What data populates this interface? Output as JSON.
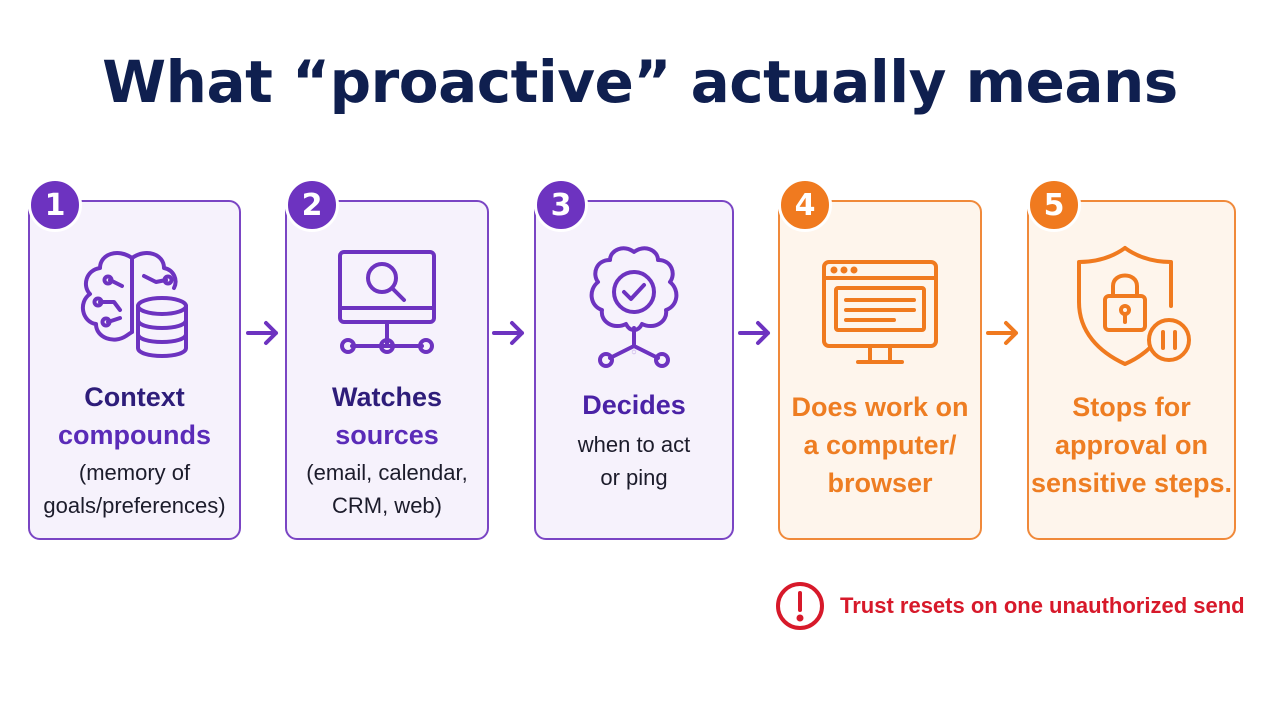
{
  "title": "What “proactive” actually means",
  "steps": [
    {
      "number": "1",
      "title_line1": "Context",
      "title_line2": "compounds",
      "sub_line1": "(memory of",
      "sub_line2": "goals/preferences)",
      "icon": "brain-database-icon",
      "color": "#6d33c0"
    },
    {
      "number": "2",
      "title_line1": "Watches",
      "title_line2": "sources",
      "sub_line1": "(email, calendar,",
      "sub_line2": "CRM, web)",
      "icon": "monitor-search-icon",
      "color": "#6d33c0"
    },
    {
      "number": "3",
      "title_line1": "Decides",
      "sub_line1": "when to act",
      "sub_line2": "or ping",
      "icon": "brain-check-icon",
      "color": "#6d33c0"
    },
    {
      "number": "4",
      "title_line1": "Does work on",
      "title_line2": "a computer/",
      "title_line3": "browser",
      "icon": "computer-browser-icon",
      "color": "#f07a1f"
    },
    {
      "number": "5",
      "title_line1": "Stops for",
      "title_line2": "approval on",
      "title_line3": "sensitive steps.",
      "icon": "shield-lock-pause-icon",
      "color": "#f07a1f"
    }
  ],
  "warning": {
    "text": "Trust resets on one unauthorized send",
    "icon": "exclamation-circle-icon",
    "color": "#d7192a"
  }
}
